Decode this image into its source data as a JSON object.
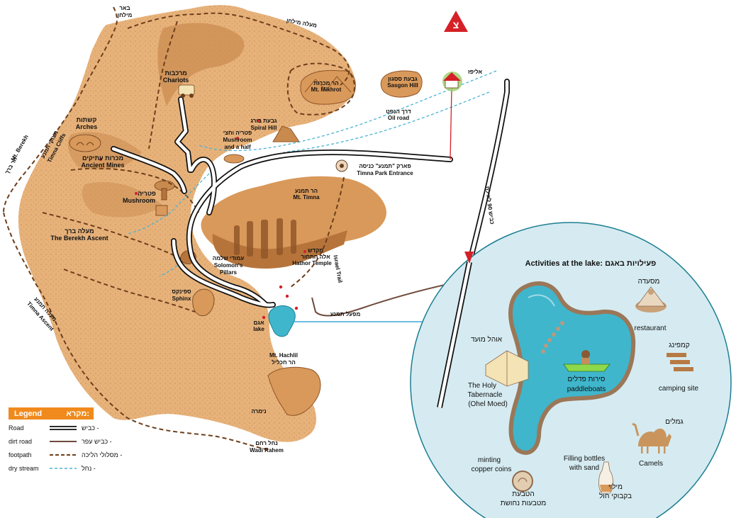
{
  "colors": {
    "terrain": "#e7b27a",
    "terrain_dark": "#c98a4e",
    "lake": "#3fb6cc",
    "circle_bg": "#d5ebf1",
    "legend_orange": "#f08a1c",
    "north_red": "#d52027",
    "stream": "#4ab3d4"
  },
  "north_marker": {
    "letter": "צ"
  },
  "labels": {
    "beer_milhan": [
      "באר",
      "מילחן"
    ],
    "milhan_ascent": "מעלה מילחן",
    "chariots": [
      "מרכבות",
      "Chariots"
    ],
    "mt_mikhrot": [
      "הר מכרות",
      "Mt. Mikhrot"
    ],
    "sasgon_hill": [
      "גבעת ססגון",
      "Sasgon Hill"
    ],
    "eilot": "אליפז",
    "oil_road": [
      "דרך הנפט",
      "Oil road"
    ],
    "spiral_hill": [
      "גבעת בורג",
      "Spiral Hill"
    ],
    "arches": [
      "קשתות",
      "Arches"
    ],
    "mushroom_half": [
      "פטריה וחצי",
      "Mushroom",
      "and a half"
    ],
    "timna_cliffs": [
      "מצוקי תמנע",
      "Timna Cliffs"
    ],
    "ancient_mines": [
      "מכרות עתיקים",
      "Ancient Mines"
    ],
    "mt_berekh": [
      "הר ברך",
      "Mt. Berekh"
    ],
    "park_entrance": [
      "פארק \"תמנע\" כניסה",
      "Timna Park Entrance"
    ],
    "mt_timna": [
      "הר תמנע",
      "Mt. Timna"
    ],
    "mushroom": [
      "פטריה",
      "Mushroom"
    ],
    "road_90": "כביש 90 לאילת",
    "berekh_ascent": [
      "מעלה ברך",
      "The Berekh Ascent"
    ],
    "solomons_pillars": [
      "עמודי שלמה",
      "Solomon's",
      "Pillars"
    ],
    "hathor_temple": [
      "מקדש",
      "אלה חתחור",
      "Hathor Temple"
    ],
    "israel_trail": "Israel Trail",
    "sphinx": [
      "ספינקס",
      "Sphinx"
    ],
    "timna_ascent": [
      "מעלה תמנע",
      "Timna Ascent"
    ],
    "mifal_timna": "מפעל תמנע",
    "agam_lake": [
      "אגם",
      "lake"
    ],
    "mt_hachlil": [
      "Mt. Hachlil",
      "הר חכליל"
    ],
    "nimra": "נימרה",
    "wadi_rahem": [
      "נחל רחם",
      "Wadi Rahem"
    ]
  },
  "activities": {
    "title": "Activities at the lake: פעילויות באגם",
    "restaurant": [
      "מסעדה",
      "restaurant"
    ],
    "tabernacle": [
      "אוהל מועד",
      "The Holy",
      "Tabernacle",
      "(Ohel Moed)"
    ],
    "paddleboats": [
      "סירות פדלים",
      "paddleboats"
    ],
    "camping": [
      "קמפינג",
      "camping site"
    ],
    "camels": [
      "גמלים",
      "Camels"
    ],
    "minting": [
      "minting",
      "copper coins",
      "הטבעת",
      "מטבעות נחושת"
    ],
    "bottles": [
      "Filling bottles",
      "with sand",
      "מילוי",
      "בקבוקי חול"
    ]
  },
  "legend": {
    "title_en": "Legend",
    "title_he": "מקרא:",
    "items": [
      {
        "en": "Road",
        "he": "כביש -"
      },
      {
        "en": "dirt road",
        "he": "כביש עפר -"
      },
      {
        "en": "footpath",
        "he": "מסלולי הליכה -"
      },
      {
        "en": "dry stream",
        "he": "נחל -"
      }
    ]
  }
}
